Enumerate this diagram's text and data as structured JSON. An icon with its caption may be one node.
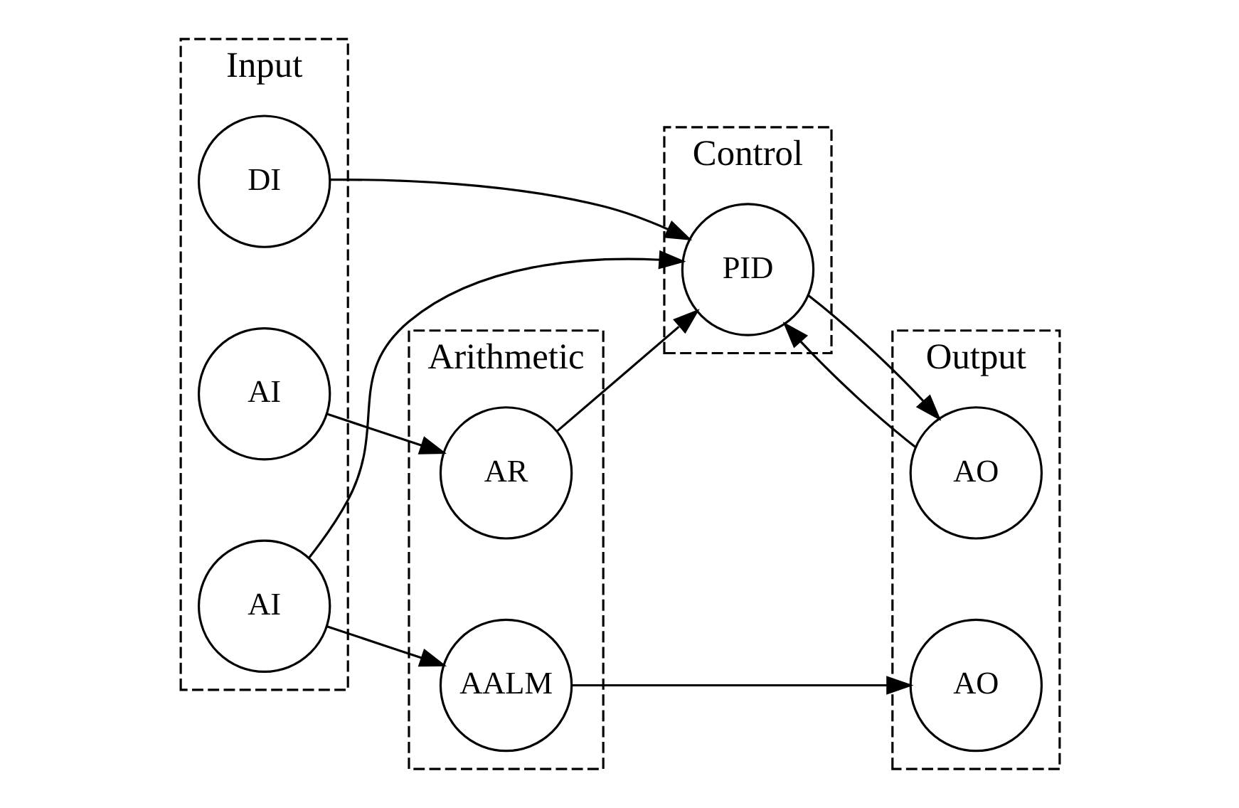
{
  "diagram": {
    "nodes": [
      {
        "text": [
          "Input"
        ]
      },
      {
        "text": [
          "AI"
        ],
        "in": 0
      },
      {
        "text": [
          "AI"
        ],
        "in": 0
      },
      {
        "text": [
          "DI"
        ],
        "in": 0
      },
      {
        "text": [
          "Arithmetic"
        ]
      },
      {
        "text": [
          "AR"
        ],
        "in": 4
      },
      {
        "text": [
          "AALM"
        ],
        "in": 4
      },
      {
        "text": [
          "Control"
        ]
      },
      {
        "text": [
          "PID"
        ],
        "in": 7
      },
      {
        "text": [
          "Output"
        ]
      },
      {
        "text": [
          "AO"
        ],
        "in": 9
      },
      {
        "text": [
          "AO"
        ],
        "in": 9
      }
    ],
    "edges": [
      {
        "from": 1,
        "to": 8,
        "arrow": "to"
      },
      {
        "from": 1,
        "to": 6,
        "arrow": "to"
      },
      {
        "from": 2,
        "to": 5,
        "arrow": "to"
      },
      {
        "from": 5,
        "to": 8,
        "arrow": "to"
      },
      {
        "from": 3,
        "to": 8,
        "arrow": "to"
      },
      {
        "from": 8,
        "to": 10,
        "arrow": "to"
      },
      {
        "from": 10,
        "to": 8,
        "arrow": "to"
      },
      {
        "from": 6,
        "to": 11,
        "arrow": "to"
      }
    ]
  }
}
